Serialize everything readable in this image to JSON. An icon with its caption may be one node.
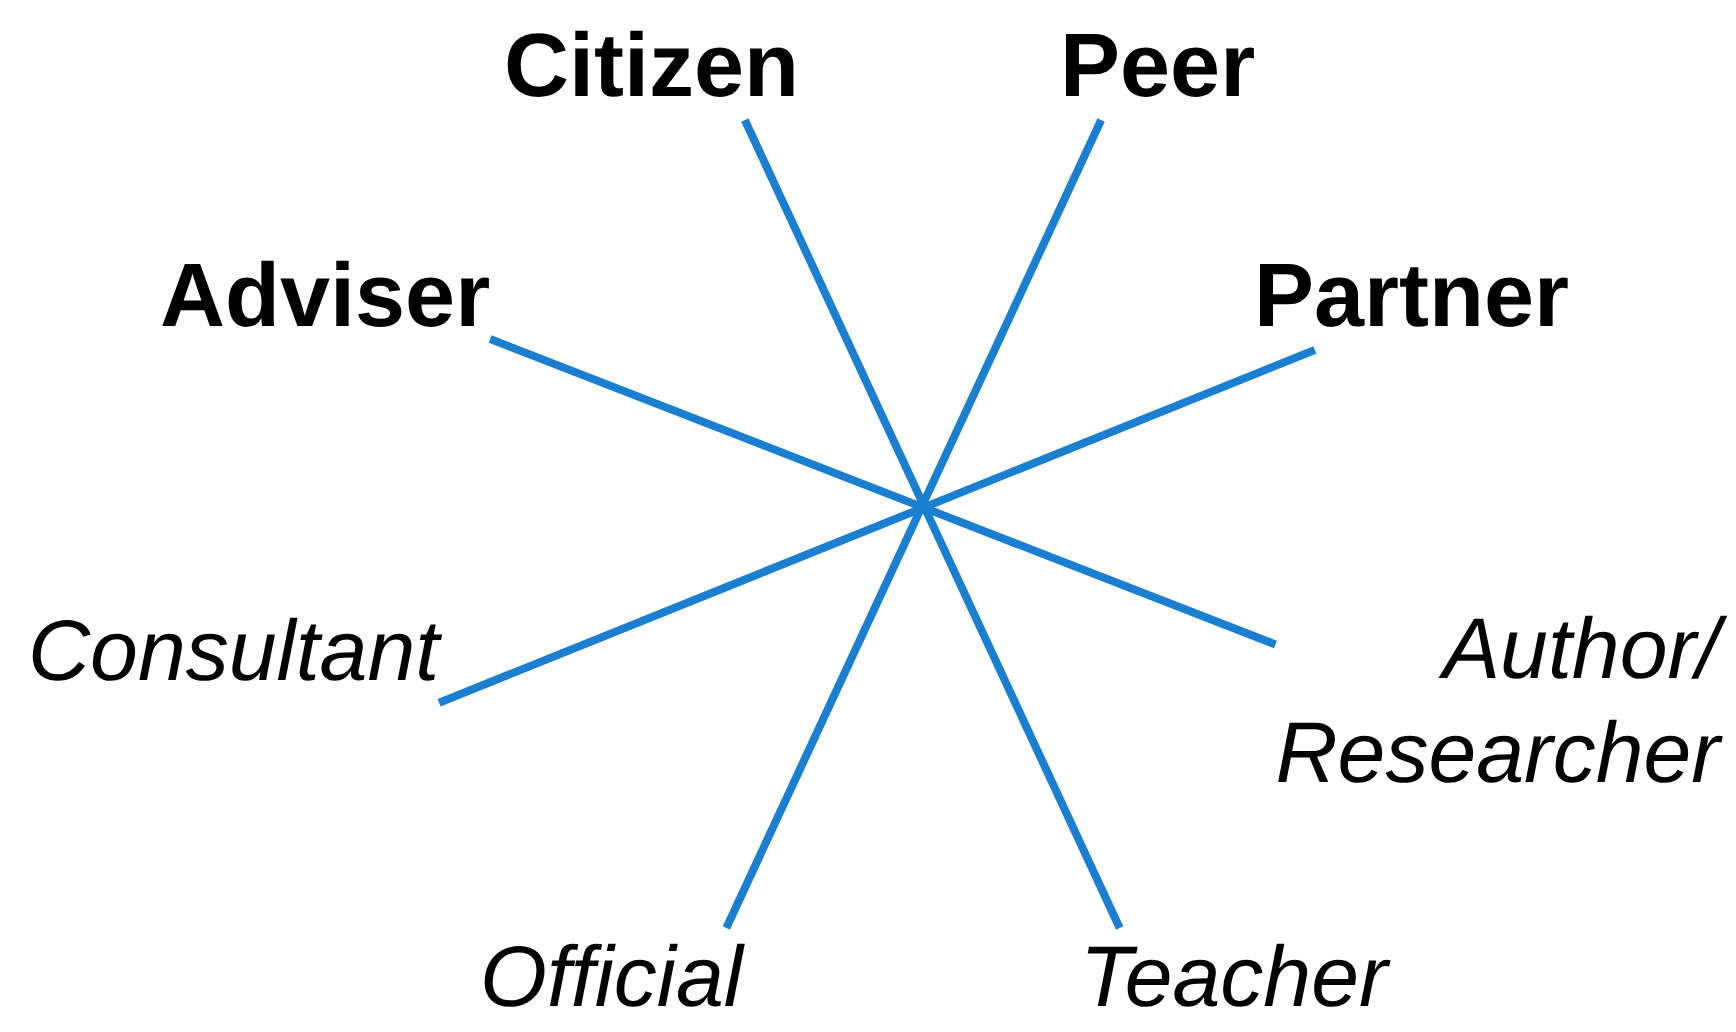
{
  "diagram": {
    "nodes": [
      {
        "text": [
          "Citizen"
        ]
      },
      {
        "text": [
          "Peer"
        ]
      },
      {
        "text": [
          "Adviser"
        ]
      },
      {
        "text": [
          "Partner"
        ]
      },
      {
        "text": [
          "Consultant"
        ]
      },
      {
        "text": [
          "Author/ Researcher"
        ]
      },
      {
        "text": [
          "Official"
        ]
      },
      {
        "text": [
          "Teacher"
        ]
      }
    ],
    "edges": [
      {
        "from": 0,
        "to": 7,
        "arrow": "none"
      },
      {
        "from": 1,
        "to": 6,
        "arrow": "none"
      },
      {
        "from": 2,
        "to": 5,
        "arrow": "none"
      },
      {
        "from": 3,
        "to": 4,
        "arrow": "none"
      }
    ]
  }
}
